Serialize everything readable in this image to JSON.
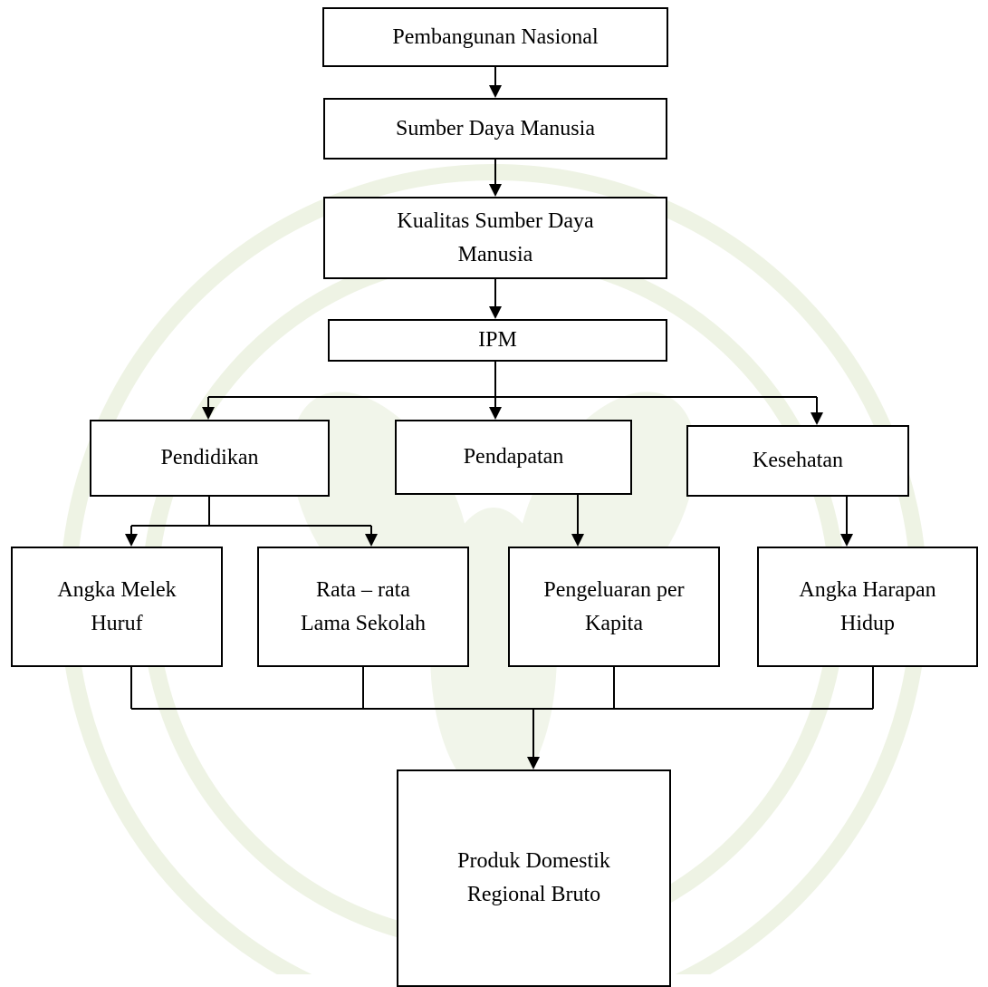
{
  "diagram": {
    "nodes": {
      "pembangunan": [
        "Pembangunan Nasional"
      ],
      "sdm": [
        "Sumber Daya Manusia"
      ],
      "kualitas": [
        "Kualitas Sumber Daya",
        "Manusia"
      ],
      "ipm": [
        "IPM"
      ],
      "pendidikan": [
        "Pendidikan"
      ],
      "pendapatan": [
        "Pendapatan"
      ],
      "kesehatan": [
        "Kesehatan"
      ],
      "melek_huruf": [
        "Angka Melek",
        "Huruf"
      ],
      "lama_sekolah": [
        "Rata – rata",
        "Lama Sekolah"
      ],
      "pengeluaran": [
        "Pengeluaran per",
        "Kapita"
      ],
      "harapan_hidup": [
        "Angka Harapan",
        "Hidup"
      ],
      "pdrb": [
        "Produk Domestik",
        "Regional Bruto"
      ]
    },
    "edges": [
      [
        "pembangunan",
        "sdm"
      ],
      [
        "sdm",
        "kualitas"
      ],
      [
        "kualitas",
        "ipm"
      ],
      [
        "ipm",
        "pendidikan"
      ],
      [
        "ipm",
        "pendapatan"
      ],
      [
        "ipm",
        "kesehatan"
      ],
      [
        "pendidikan",
        "melek_huruf"
      ],
      [
        "pendidikan",
        "lama_sekolah"
      ],
      [
        "pendapatan",
        "pengeluaran"
      ],
      [
        "kesehatan",
        "harapan_hidup"
      ],
      [
        "melek_huruf",
        "pdrb"
      ],
      [
        "lama_sekolah",
        "pdrb"
      ],
      [
        "pengeluaran",
        "pdrb"
      ],
      [
        "harapan_hidup",
        "pdrb"
      ]
    ]
  }
}
